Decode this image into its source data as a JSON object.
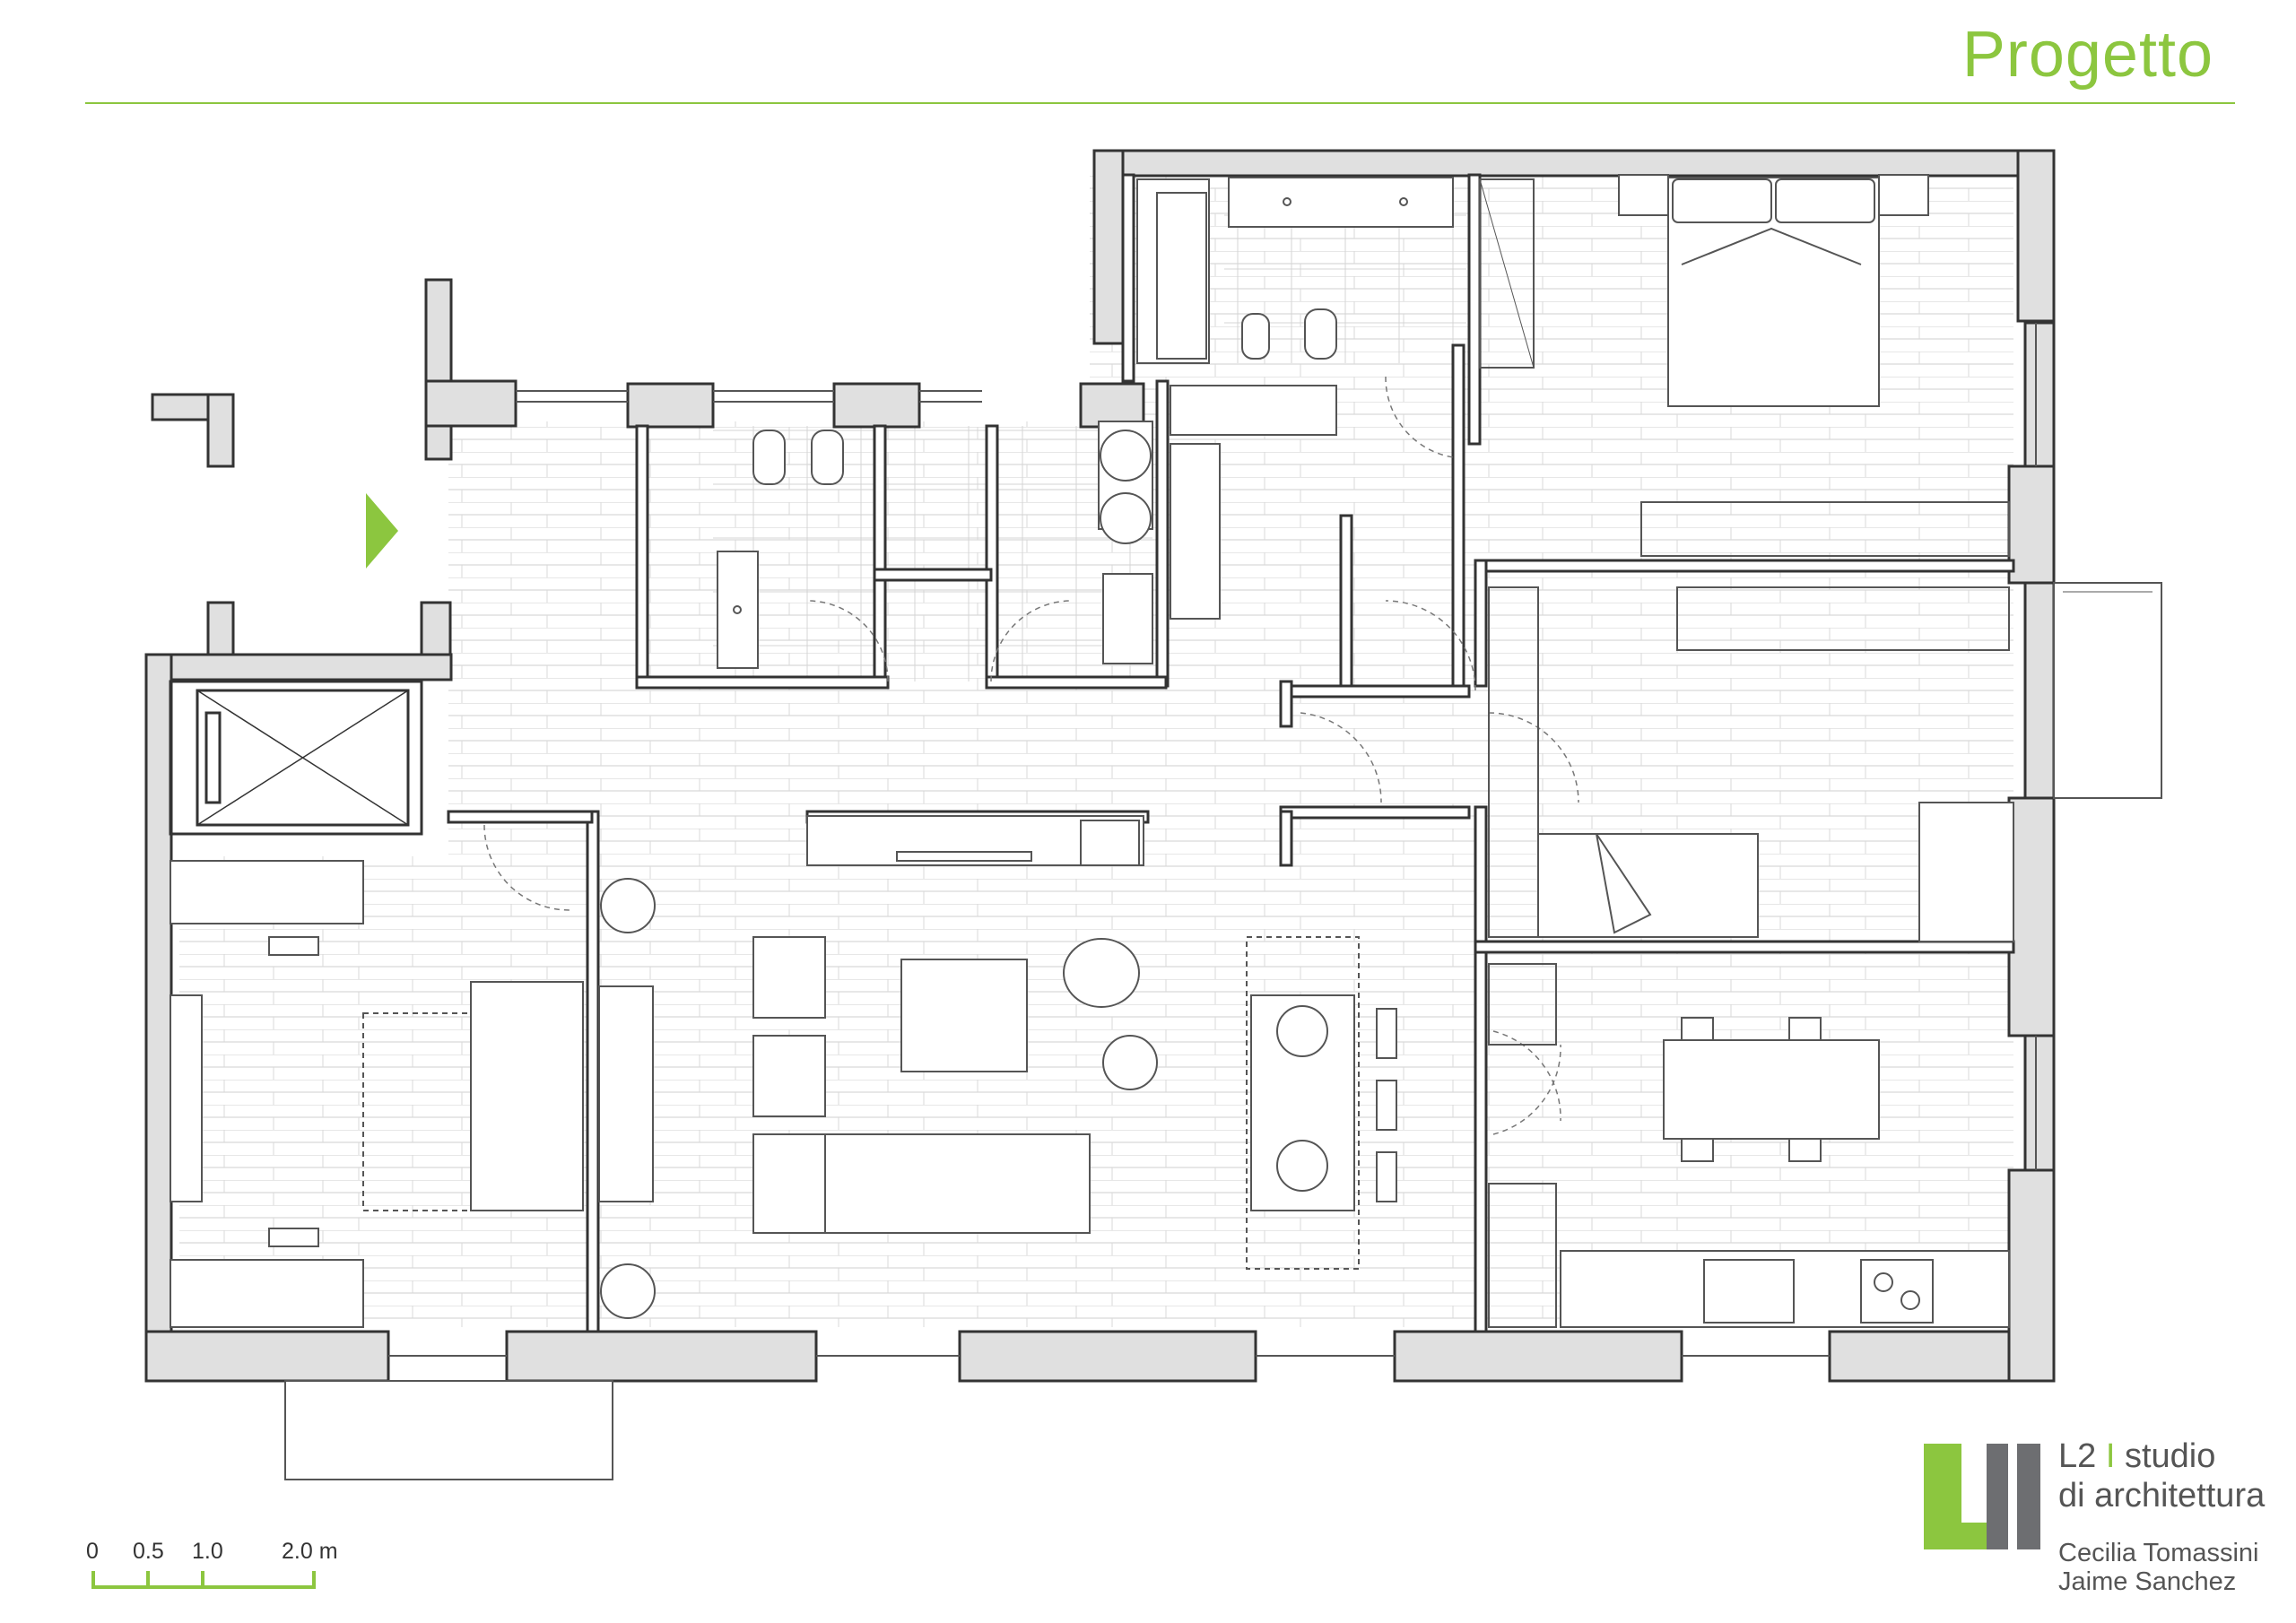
{
  "header": {
    "title": "Progetto"
  },
  "studio": {
    "name": "L2",
    "separator": "I",
    "name_rest": "studio",
    "line2": "di architettura",
    "author1": "Cecilia Tomassini",
    "author2": "Jaime Sanchez"
  },
  "scale_bar": {
    "labels": [
      "0",
      "0.5",
      "1.0",
      "2.0 m"
    ]
  },
  "colors": {
    "accent": "#8cc63f",
    "wall": "#e0e0e0",
    "line": "#333333",
    "logo_grey": "#6d6e71"
  }
}
